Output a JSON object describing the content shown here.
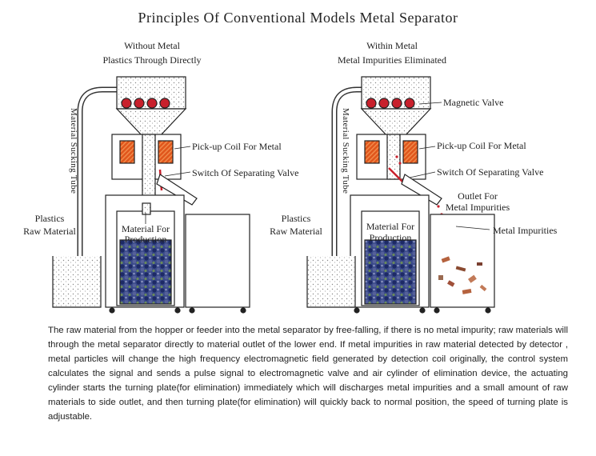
{
  "title": "Principles Of Conventional Models Metal Separator",
  "left_panel": {
    "heading_line1": "Without Metal",
    "heading_line2": "Plastics Through Directly",
    "tube_label": "Material Sucking Tube",
    "pickup_coil": "Pick-up Coil For Metal",
    "switch_valve": "Switch Of Separating Valve",
    "raw_line1": "Plastics",
    "raw_line2": "Raw Material",
    "prod_line1": "Material For",
    "prod_line2": "Production"
  },
  "right_panel": {
    "heading_line1": "Within Metal",
    "heading_line2": "Metal Impurities Eliminated",
    "tube_label": "Material Sucking Tube",
    "magnetic_valve": "Magnetic Valve",
    "pickup_coil": "Pick-up Coil For Metal",
    "switch_valve": "Switch Of Separating Valve",
    "outlet_line1": "Outlet For",
    "outlet_line2": "Metal Impurities",
    "metal_impurities": "Metal Impurities",
    "raw_line1": "Plastics",
    "raw_line2": "Raw Material",
    "prod_line1": "Material For",
    "prod_line2": "Production"
  },
  "description": "The raw material from the hopper or feeder into the metal separator by free-falling, if there is no metal impurity; raw materials will through the metal separator directly to material outlet of the lower end. If metal impurities in raw material detected by detector , metal particles will change the high frequency electromagnetic field generated by detection coil originally, the control system calculates the signal and sends a pulse signal to electromagnetic valve and air cylinder of elimination device, the actuating cylinder starts the turning plate(for elimination) immediately which will discharges metal impurities and a small amount of raw materials to side outlet, and then turning plate(for elimination) will quickly back to normal position, the speed of turning plate is adjustable.",
  "colors": {
    "coil": "#e0561c",
    "valve": "#c8202c",
    "pellet": "#2a3a78",
    "impurity": "#b5623e"
  }
}
